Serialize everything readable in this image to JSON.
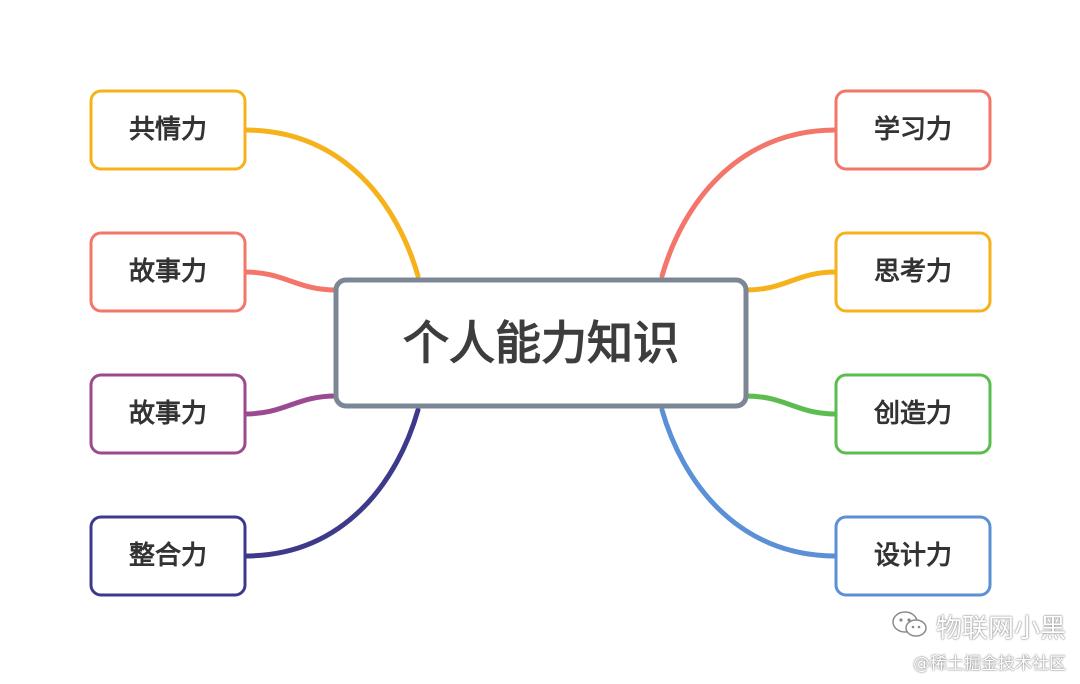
{
  "center": {
    "label": "个人能力知识",
    "border_color": "#7c8795"
  },
  "branches": {
    "left": [
      {
        "label": "共情力",
        "color": "#f5b21b"
      },
      {
        "label": "故事力",
        "color": "#f4756a"
      },
      {
        "label": "故事力",
        "color": "#9b4a92"
      },
      {
        "label": "整合力",
        "color": "#3d3a8c"
      }
    ],
    "right": [
      {
        "label": "学习力",
        "color": "#f4756a"
      },
      {
        "label": "思考力",
        "color": "#f5b21b"
      },
      {
        "label": "创造力",
        "color": "#5cbd4f"
      },
      {
        "label": "设计力",
        "color": "#5b8fd6"
      }
    ]
  },
  "watermark": {
    "brand": "物联网小黑",
    "site": "@稀土掘金技术社区",
    "icon": "wechat-icon"
  }
}
